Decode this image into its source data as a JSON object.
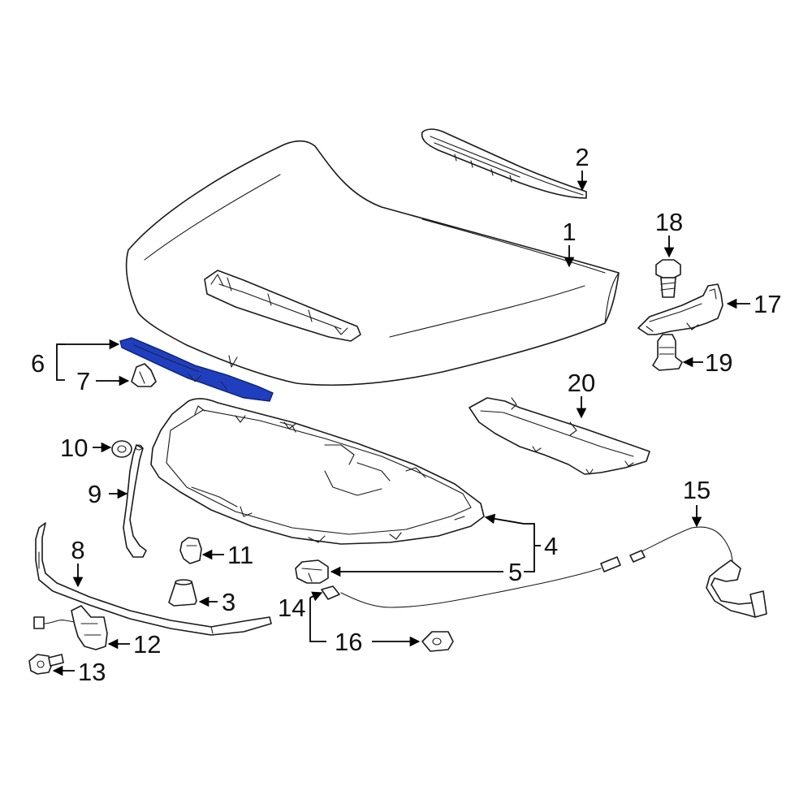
{
  "colors": {
    "highlight": "#1f3fbf",
    "highlight_stroke": "#0a1f7a",
    "line": "#1a1a1a"
  },
  "callouts": [
    {
      "id": "c1",
      "label": "1"
    },
    {
      "id": "c2",
      "label": "2"
    },
    {
      "id": "c3",
      "label": "3"
    },
    {
      "id": "c4",
      "label": "4"
    },
    {
      "id": "c5",
      "label": "5"
    },
    {
      "id": "c6",
      "label": "6"
    },
    {
      "id": "c7",
      "label": "7"
    },
    {
      "id": "c8",
      "label": "8"
    },
    {
      "id": "c9",
      "label": "9"
    },
    {
      "id": "c10",
      "label": "10"
    },
    {
      "id": "c11",
      "label": "11"
    },
    {
      "id": "c12",
      "label": "12"
    },
    {
      "id": "c13",
      "label": "13"
    },
    {
      "id": "c14",
      "label": "14"
    },
    {
      "id": "c15",
      "label": "15"
    },
    {
      "id": "c16",
      "label": "16"
    },
    {
      "id": "c17",
      "label": "17"
    },
    {
      "id": "c18",
      "label": "18"
    },
    {
      "id": "c19",
      "label": "19"
    },
    {
      "id": "c20",
      "label": "20"
    }
  ],
  "highlighted_part": "6"
}
